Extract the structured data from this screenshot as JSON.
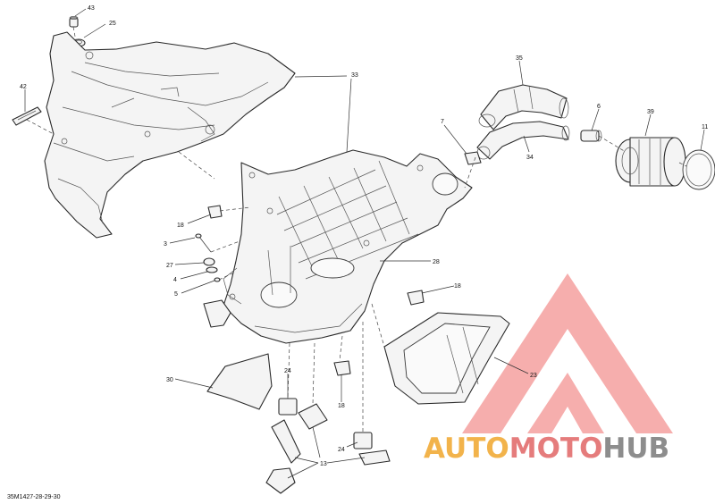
{
  "diagram": {
    "reference_code": "35M1427-28-29-30",
    "callouts": {
      "c43": "43",
      "c25": "25",
      "c42": "42",
      "c33": "33",
      "c35": "35",
      "c7": "7",
      "c6": "6",
      "c39": "39",
      "c11": "11",
      "c34": "34",
      "c18a": "18",
      "c3": "3",
      "c27": "27",
      "c4": "4",
      "c5": "5",
      "c28": "28",
      "c18b": "18",
      "c23": "23",
      "c30": "30",
      "c24a": "24",
      "c18c": "18",
      "c24b": "24",
      "c13": "13"
    }
  },
  "watermark": {
    "part1": "AUTO",
    "part2": "MOTO",
    "part3": "HUB",
    "colors": {
      "auto": "#f2b34b",
      "moto": "#e57c7c",
      "hub": "#8d8d8d",
      "logo": "#e8605e"
    }
  }
}
